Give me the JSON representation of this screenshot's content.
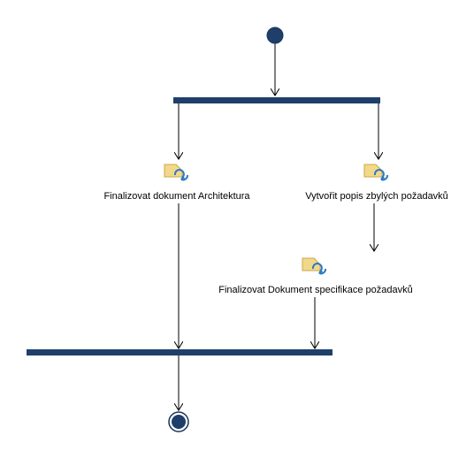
{
  "activities": [
    {
      "id": "a1",
      "label": "Finalizovat dokument Architektura",
      "icon": "task-refresh-icon"
    },
    {
      "id": "a2",
      "label": "Vytvořit popis zbylých požadavků",
      "icon": "task-refresh-icon"
    },
    {
      "id": "a3",
      "label": "Finalizovat Dokument specifikace požadavků",
      "icon": "task-refresh-icon"
    }
  ],
  "nodes": {
    "initial": "initial-node",
    "fork": "fork-bar",
    "join": "join-bar",
    "final": "final-node"
  },
  "colors": {
    "node_fill": "#1f3f6b",
    "bar_fill": "#1f3f6b",
    "edge": "#000000",
    "icon_fill": "#f2d98a",
    "icon_stroke": "#c9a64a",
    "icon_arrow": "#2a78c8"
  }
}
